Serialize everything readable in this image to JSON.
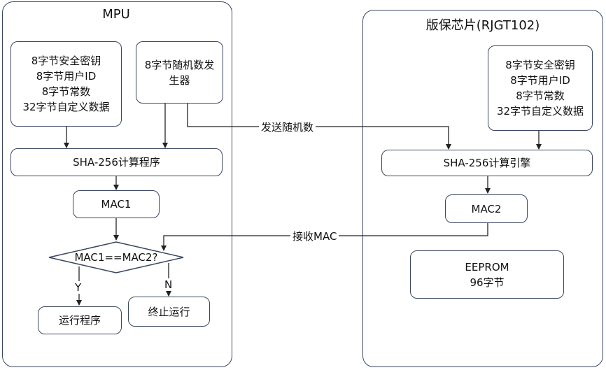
{
  "mpu": {
    "title": "MPU",
    "key_lines": [
      "8字节安全密钥",
      "8字节用户ID",
      "8字节常数",
      "32字节自定义数据"
    ],
    "rng_lines": [
      "8字节随机数发",
      "生器"
    ],
    "sha_label": "SHA-256计算程序",
    "mac_label": "MAC1",
    "compare_label": "MAC1==MAC2?",
    "yes_label": "Y",
    "no_label": "N",
    "run_label": "运行程序",
    "stop_label": "终止运行"
  },
  "chip": {
    "title": "版保芯片(RJGT102)",
    "key_lines": [
      "8字节安全密钥",
      "8字节用户ID",
      "8字节常数",
      "32字节自定义数据"
    ],
    "sha_label": "SHA-256计算引擎",
    "mac_label": "MAC2",
    "eeprom_lines": [
      "EEPROM",
      "96字节"
    ]
  },
  "links": {
    "send_random": "发送随机数",
    "receive_mac": "接收MAC"
  },
  "colors": {
    "stroke": "#3a4660",
    "wire": "#222222"
  }
}
